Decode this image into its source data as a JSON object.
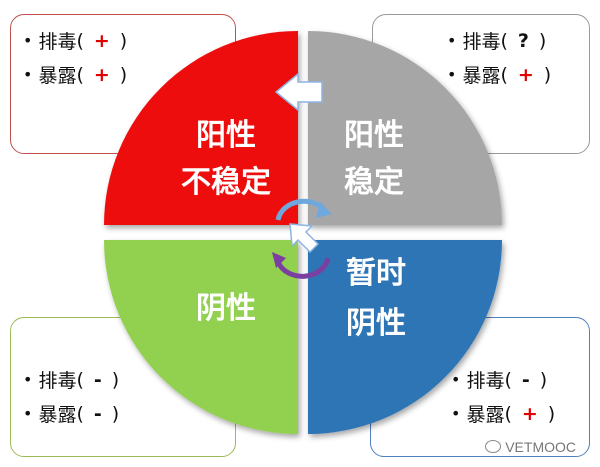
{
  "boxes": {
    "top_left": {
      "detox": {
        "label": "排毒",
        "sign": "+"
      },
      "exposure": {
        "label": "暴露",
        "sign": "+"
      }
    },
    "top_right": {
      "detox": {
        "label": "排毒",
        "sign": "?"
      },
      "exposure": {
        "label": "暴露",
        "sign": "+"
      }
    },
    "bottom_left": {
      "detox": {
        "label": "排毒",
        "sign": "-"
      },
      "exposure": {
        "label": "暴露",
        "sign": "-"
      }
    },
    "bottom_right": {
      "detox": {
        "label": "排毒",
        "sign": "-"
      },
      "exposure": {
        "label": "暴露",
        "sign": "+"
      }
    }
  },
  "quadrants": {
    "top_left": {
      "line1": "阳性",
      "line2": "不稳定",
      "color": "#ee1111"
    },
    "top_right": {
      "line1": "阳性",
      "line2": "稳定",
      "color": "#a6a6a6"
    },
    "bottom_left": {
      "line1": "阴性",
      "color": "#92d050"
    },
    "bottom_right": {
      "line1": "暂时",
      "line2": "阴性",
      "color": "#2f75b5"
    }
  },
  "symbols": {
    "bullet": "•",
    "open_paren": "(",
    "close_paren": ")"
  },
  "watermark": {
    "text": "VETMOOC"
  }
}
